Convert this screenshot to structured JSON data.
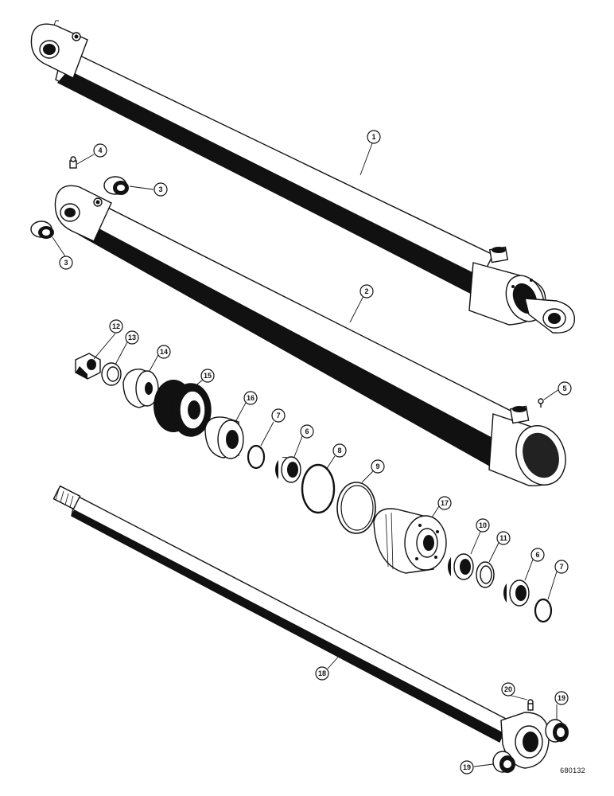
{
  "reference_code": "680132",
  "callouts": {
    "c1": "1",
    "c2": "2",
    "c3a": "3",
    "c3b": "3",
    "c4": "4",
    "c5": "5",
    "c6a": "6",
    "c6b": "6",
    "c7a": "7",
    "c7b": "7",
    "c8": "8",
    "c9": "9",
    "c10": "10",
    "c11": "11",
    "c12": "12",
    "c13": "13",
    "c14": "14",
    "c15": "15",
    "c16": "16",
    "c17": "17",
    "c18": "18",
    "c19a": "19",
    "c19b": "19",
    "c20": "20"
  }
}
